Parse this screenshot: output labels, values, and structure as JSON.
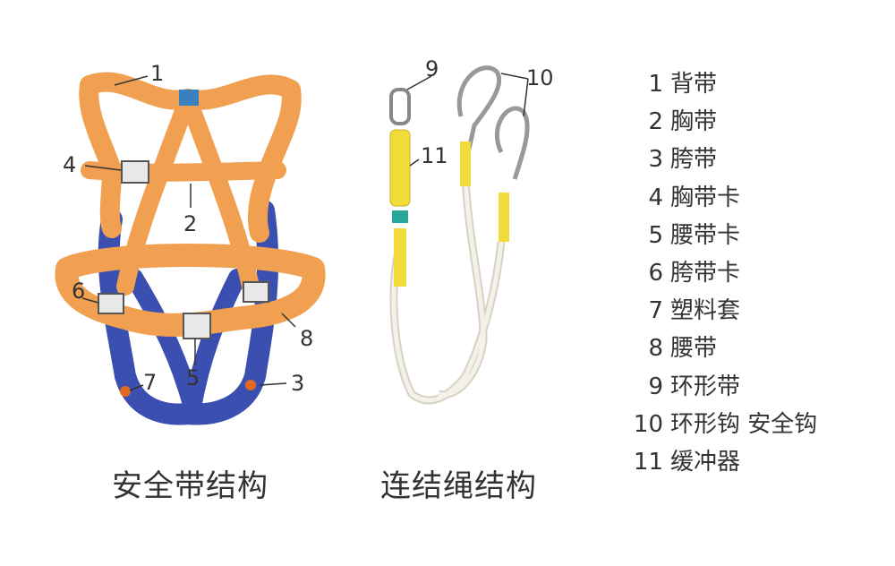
{
  "harness": {
    "caption": "安全带结构",
    "callouts": [
      "1",
      "2",
      "3",
      "4",
      "5",
      "6",
      "7",
      "8"
    ]
  },
  "lanyard": {
    "caption": "连结绳结构",
    "callouts": [
      "9",
      "10",
      "11"
    ]
  },
  "legend": [
    {
      "num": "1",
      "label": "背带"
    },
    {
      "num": "2",
      "label": "胸带"
    },
    {
      "num": "3",
      "label": "胯带"
    },
    {
      "num": "4",
      "label": "胸带卡"
    },
    {
      "num": "5",
      "label": "腰带卡"
    },
    {
      "num": "6",
      "label": "胯带卡"
    },
    {
      "num": "7",
      "label": "塑料套"
    },
    {
      "num": "8",
      "label": "腰带"
    },
    {
      "num": "9",
      "label": "环形带"
    },
    {
      "num": "10",
      "label": "环形钩 安全钩"
    },
    {
      "num": "11",
      "label": "缓冲器"
    }
  ],
  "colors": {
    "strap_orange": "#f0a050",
    "strap_blue": "#3a4fb0",
    "absorber_yellow": "#f2dc3a",
    "rope": "#eeeae0",
    "teal": "#2aa59a"
  }
}
